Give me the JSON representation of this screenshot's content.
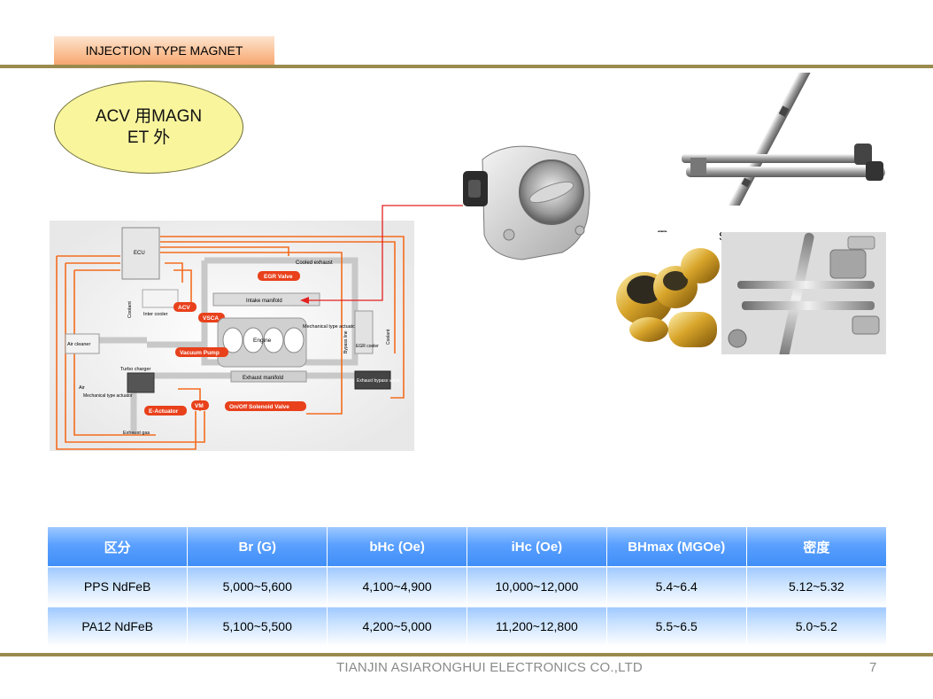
{
  "slide": {
    "tab_title": "INJECTION TYPE MAGNET",
    "ellipse_line1": "ACV 用MAGN",
    "ellipse_line2": "ET   外",
    "eta_label": "ETA用 SHAFT ASSY",
    "footer_company": "TIANJIN ASIARONGHUI ELECTRONICS CO.,LTD",
    "page_number": "7"
  },
  "diagram": {
    "ecu": "ECU",
    "coolant": "Coolant",
    "inter_cooler": "Inter cooler",
    "acv": "ACV",
    "vsca": "VSCA",
    "egr_valve": "EGR Valve",
    "cooled_exhaust": "Cooled exhaust",
    "intake_manifold": "Intake manifold",
    "air_cleaner": "Air cleaner",
    "mechanical_actuator": "Mechanical type actuator",
    "engine": "Engine",
    "vacuum_pump": "Vacuum Pump",
    "turbo_charger": "Turbo charger",
    "air": "Air",
    "mech_type_actuator": "Mechanical type actuator",
    "exhaust_manifold": "Exhaust manifold",
    "e_actuator": "E-Actuator",
    "vm": "VM",
    "onoff_valve": "On/Off Solenoid Valve",
    "exhaust_gas": "Exhaust gas",
    "egr_cooler": "EGR cooler",
    "bypass_line": "Bypass line",
    "coolant_right": "Coolant",
    "exhaust_bypass": "Exhaust bypass valve"
  },
  "table": {
    "headers": [
      "区分",
      "Br (G)",
      "bHc (Oe)",
      "iHc (Oe)",
      "BHmax (MGOe)",
      "密度"
    ],
    "rows": [
      [
        "PPS NdFeB",
        "5,000~5,600",
        "4,100~4,900",
        "10,000~12,000",
        "5.4~6.4",
        "5.12~5.32"
      ],
      [
        "PA12 NdFeB",
        "5,100~5,500",
        "4,200~5,000",
        "11,200~12,800",
        "5.5~6.5",
        "5.0~5.2"
      ]
    ]
  }
}
